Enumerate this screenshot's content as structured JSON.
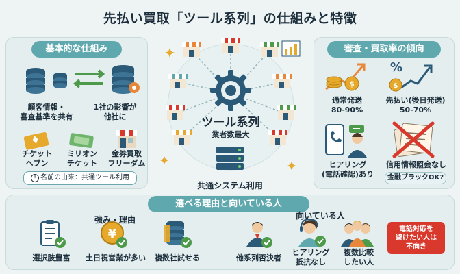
{
  "title": "先払い買取「ツール系列」の仕組みと特徴",
  "left_panel": {
    "heading": "基本的な仕組み",
    "share_label_1": "顧客情報・",
    "share_label_2": "審査基準を共有",
    "impact_label_1": "1社の影響が",
    "impact_label_2": "他社に",
    "shops": [
      {
        "line1": "チケット",
        "line2": "ヘブン"
      },
      {
        "line1": "ミリオン",
        "line2": "チケット"
      },
      {
        "line1": "金券買取",
        "line2": "フリーダム"
      }
    ],
    "note": "名前の由来：共通ツール利用"
  },
  "center": {
    "hub_title": "ツール系列",
    "hub_sub": "業者数最大",
    "system_label": "共通システム利用"
  },
  "right_panel": {
    "heading": "審査・買取率の傾向",
    "rates": [
      {
        "line1": "通常発送",
        "line2": "80-90%"
      },
      {
        "line1": "先払い(後日発送)",
        "line2": "50-70%"
      }
    ],
    "hearing_1": "ヒアリング",
    "hearing_2": "(電話確認)あり",
    "credit_label": "信用情報照会なし",
    "credit_badge": "金融ブラックOK?"
  },
  "bottom_panel": {
    "heading": "選べる理由と向いている人",
    "strengths_heading": "強み・理由",
    "strengths": [
      {
        "line1": "選択肢豊富",
        "line2": ""
      },
      {
        "line1": "土日祝営業が多い",
        "line2": ""
      },
      {
        "line1": "複数社試せる",
        "line2": ""
      }
    ],
    "suited_heading": "向いている人",
    "suited": [
      {
        "line1": "他系列否決者",
        "line2": ""
      },
      {
        "line1": "ヒアリング",
        "line2": "抵抗なし"
      },
      {
        "line1": "複数比較",
        "line2": "したい人"
      }
    ],
    "warning_1": "電話対応を",
    "warning_2": "避けたい人は",
    "warning_3": "不向き"
  },
  "colors": {
    "teal": "#5fa9ae",
    "navy": "#2b5a78",
    "orange": "#e8873a",
    "green": "#4c9a4a",
    "red": "#d9382d",
    "gold": "#e6a92c"
  }
}
